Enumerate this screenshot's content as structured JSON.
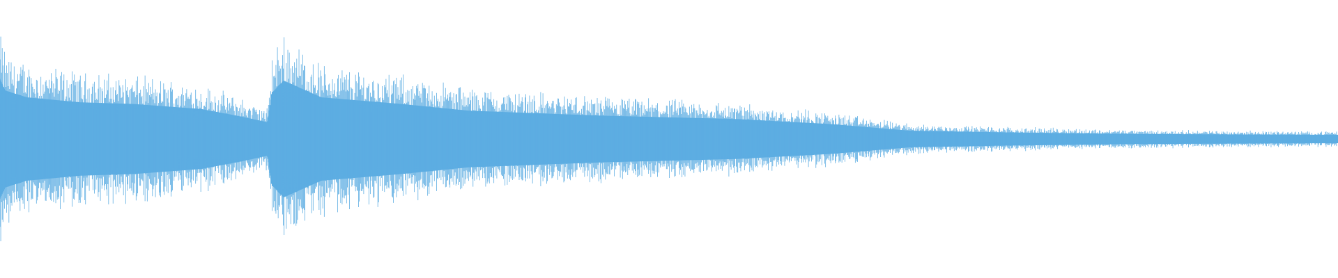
{
  "waveform": {
    "color": "#5dade2",
    "background": "#ffffff",
    "amplitude_envelope": [
      {
        "t": 0.0,
        "a": 0.72
      },
      {
        "t": 0.004,
        "a": 0.58
      },
      {
        "t": 0.02,
        "a": 0.5
      },
      {
        "t": 0.06,
        "a": 0.44
      },
      {
        "t": 0.1,
        "a": 0.42
      },
      {
        "t": 0.15,
        "a": 0.36
      },
      {
        "t": 0.18,
        "a": 0.27
      },
      {
        "t": 0.2,
        "a": 0.2
      },
      {
        "t": 0.203,
        "a": 0.55
      },
      {
        "t": 0.212,
        "a": 0.7
      },
      {
        "t": 0.24,
        "a": 0.5
      },
      {
        "t": 0.3,
        "a": 0.42
      },
      {
        "t": 0.35,
        "a": 0.34
      },
      {
        "t": 0.45,
        "a": 0.28
      },
      {
        "t": 0.55,
        "a": 0.24
      },
      {
        "t": 0.62,
        "a": 0.18
      },
      {
        "t": 0.68,
        "a": 0.1
      },
      {
        "t": 0.75,
        "a": 0.08
      },
      {
        "t": 0.85,
        "a": 0.06
      },
      {
        "t": 1.0,
        "a": 0.05
      }
    ],
    "sample_count": 1800
  }
}
